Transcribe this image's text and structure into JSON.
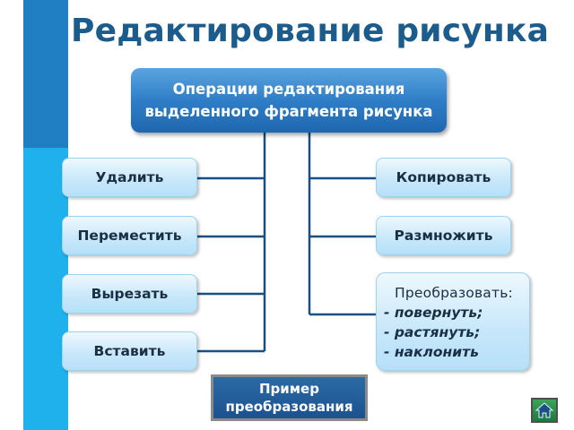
{
  "slide": {
    "title": "Редактирование рисунка",
    "colors": {
      "title": "#1c5c8c",
      "band_dark": "#1f7fc2",
      "band_light": "#1eb1ec",
      "main_box": "#2f7ec7",
      "op_box": "#c6e7fa",
      "connector": "#1b4f82",
      "example_button": "#1b5290",
      "home_button": "#1f7a3c"
    }
  },
  "main_node": {
    "line1": "Операции редактирования",
    "line2": "выделенного фрагмента рисунка"
  },
  "left_ops": [
    "Удалить",
    "Переместить",
    "Вырезать",
    "Вставить"
  ],
  "right_ops": [
    "Копировать",
    "Размножить"
  ],
  "transform": {
    "heading": "Преобразовать:",
    "items": [
      "- повернуть;",
      "- растянуть;",
      "- наклонить"
    ]
  },
  "example_button": {
    "line1": "Пример",
    "line2": "преобразования"
  },
  "home_button": {
    "icon": "home-icon"
  }
}
